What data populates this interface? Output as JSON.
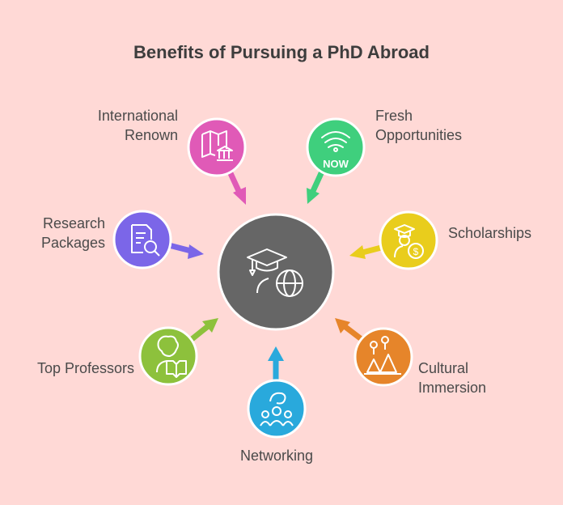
{
  "title": "Benefits of Pursuing a PhD Abroad",
  "center": {
    "icon": "graduate-globe-icon",
    "color": "#666666"
  },
  "nodes": [
    {
      "id": "international-renown",
      "lines": [
        "International",
        "Renown"
      ],
      "color": "#e05ab7",
      "icon": "map-building-icon"
    },
    {
      "id": "fresh-opportunities",
      "lines": [
        "Fresh",
        "Opportunities"
      ],
      "color": "#3fcf7d",
      "icon": "now-badge-icon",
      "badge_text": "NOW"
    },
    {
      "id": "research-packages",
      "lines": [
        "Research",
        "Packages"
      ],
      "color": "#7b66e8",
      "icon": "document-search-icon"
    },
    {
      "id": "scholarships",
      "lines": [
        "Scholarships"
      ],
      "color": "#e9cd1c",
      "icon": "graduate-coin-icon"
    },
    {
      "id": "top-professors",
      "lines": [
        "Top Professors"
      ],
      "color": "#8dc13c",
      "icon": "professor-book-icon"
    },
    {
      "id": "cultural-immersion",
      "lines": [
        "Cultural",
        "Immersion"
      ],
      "color": "#e6852a",
      "icon": "landscape-icon"
    },
    {
      "id": "networking",
      "lines": [
        "Networking"
      ],
      "color": "#29a9dc",
      "icon": "people-network-icon"
    }
  ]
}
